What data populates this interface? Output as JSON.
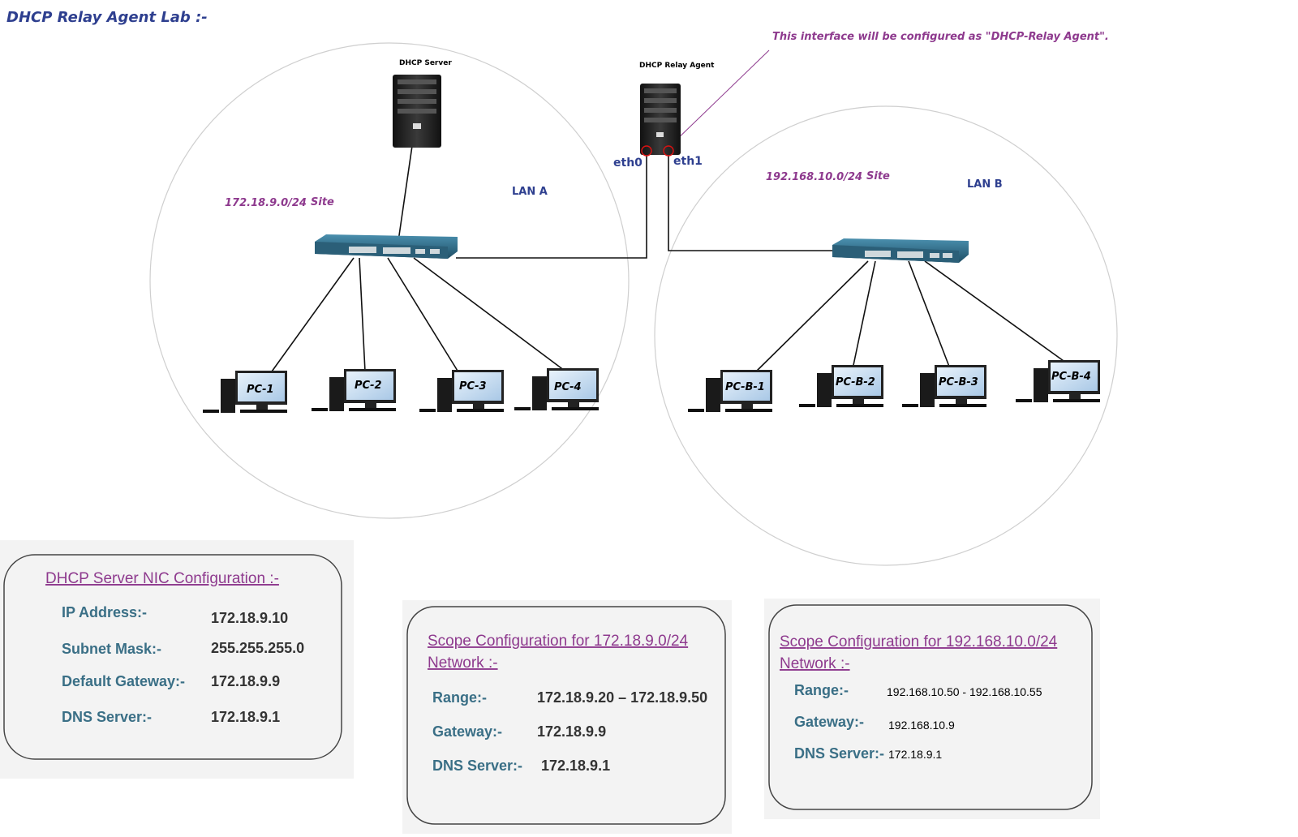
{
  "title": "DHCP Relay Agent Lab :-",
  "relay_note": "This interface will be configured as \"DHCP-Relay Agent\".",
  "dhcp_server_label": "DHCP Server",
  "relay_agent_label": "DHCP Relay Agent",
  "eth0": "eth0",
  "eth1": "eth1",
  "lan_a": {
    "name": "LAN A",
    "subnet": "172.18.9.0/24",
    "site": "Site",
    "pcs": [
      "PC-1",
      "PC-2",
      "PC-3",
      "PC-4"
    ]
  },
  "lan_b": {
    "name": "LAN B",
    "subnet": "192.168.10.0/24",
    "site": "Site",
    "pcs": [
      "PC-B-1",
      "PC-B-2",
      "PC-B-3",
      "PC-B-4"
    ]
  },
  "nic_box": {
    "heading": "DHCP Server NIC Configuration :-",
    "rows": [
      {
        "key": "IP Address:-",
        "value": "172.18.9.10"
      },
      {
        "key": "Subnet Mask:-",
        "value": "255.255.255.0"
      },
      {
        "key": "Default Gateway:-",
        "value": "172.18.9.9"
      },
      {
        "key": "DNS Server:-",
        "value": "172.18.9.1"
      }
    ]
  },
  "scope_a_box": {
    "heading_line1": "Scope Configuration for 172.18.9.0/24",
    "heading_line2": "Network :-",
    "rows": [
      {
        "key": "Range:-",
        "value": "172.18.9.20  – 172.18.9.50"
      },
      {
        "key": "Gateway:-",
        "value": "172.18.9.9"
      },
      {
        "key": "DNS Server:-",
        "value": "172.18.9.1"
      }
    ]
  },
  "scope_b_box": {
    "heading_line1": "Scope Configuration for 192.168.10.0/24",
    "heading_line2": "Network :-",
    "rows": [
      {
        "key": "Range:-",
        "value": "192.168.10.50 - 192.168.10.55"
      },
      {
        "key": "Gateway:-",
        "value": "192.168.10.9"
      },
      {
        "key": "DNS Server:-",
        "value": "172.18.9.1"
      }
    ]
  },
  "colors": {
    "title": "#2e3f8f",
    "note": "#8e3a8e",
    "key": "#3a6f86",
    "switch": "#2d6b87"
  }
}
